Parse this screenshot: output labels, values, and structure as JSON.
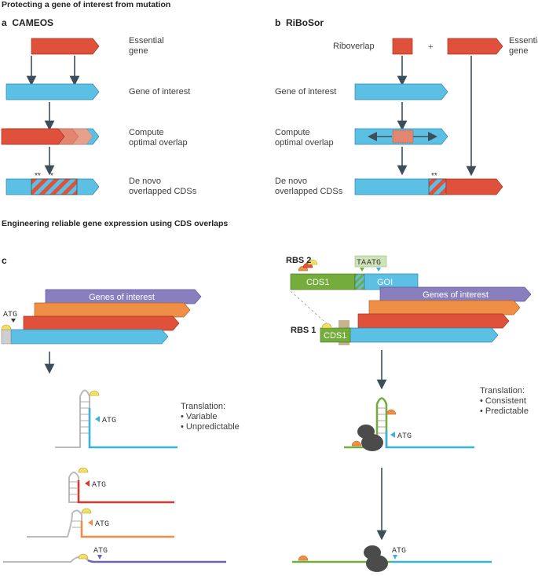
{
  "sections": {
    "top_title": "Protecting a gene of interest from mutation",
    "bottom_title": "Engineering reliable gene expression using CDS overlaps"
  },
  "panel_a": {
    "letter": "a",
    "name": "CAMEOS",
    "labels": {
      "essential_gene": "Essential\ngene",
      "gene_of_interest": "Gene of interest",
      "compute": "Compute\noptimal overlap",
      "denovo": "De novo\noverlapped CDSs"
    },
    "stars1": "**",
    "stars2": "*"
  },
  "panel_b": {
    "letter": "b",
    "name": "RiBoSor",
    "riboverlap": "Riboverlap",
    "plus": "+",
    "essential_gene": "Essential\ngene",
    "labels": {
      "gene_of_interest": "Gene of interest",
      "compute": "Compute\noptimal overlap",
      "denovo": "De novo\noverlapped CDSs"
    },
    "stars": "**"
  },
  "panel_c": {
    "letter": "c",
    "left": {
      "atg_start": "ATG",
      "genes_of_interest": "Genes of interest",
      "translation_title": "Translation:",
      "translation_items": [
        "Variable",
        "Unpredictable"
      ],
      "hairpin_atg": "ATG"
    },
    "right": {
      "rbs2": "RBS 2",
      "rbs1": "RBS 1",
      "taatg_ta": "TA",
      "taatg_atg": "ATG",
      "cds1": "CDS1",
      "goi": "GOI",
      "genes_of_interest": "Genes of interest",
      "translation_title": "Translation:",
      "translation_items": [
        "Consistent",
        "Predictable"
      ],
      "hairpin_atg": "ATG"
    }
  },
  "colors": {
    "red": "#e0513c",
    "blue": "#5cc0e4",
    "purple": "#8a7fbe",
    "orange": "#ef8f47",
    "green": "#74ad3c",
    "arrow": "#3d4e58"
  }
}
